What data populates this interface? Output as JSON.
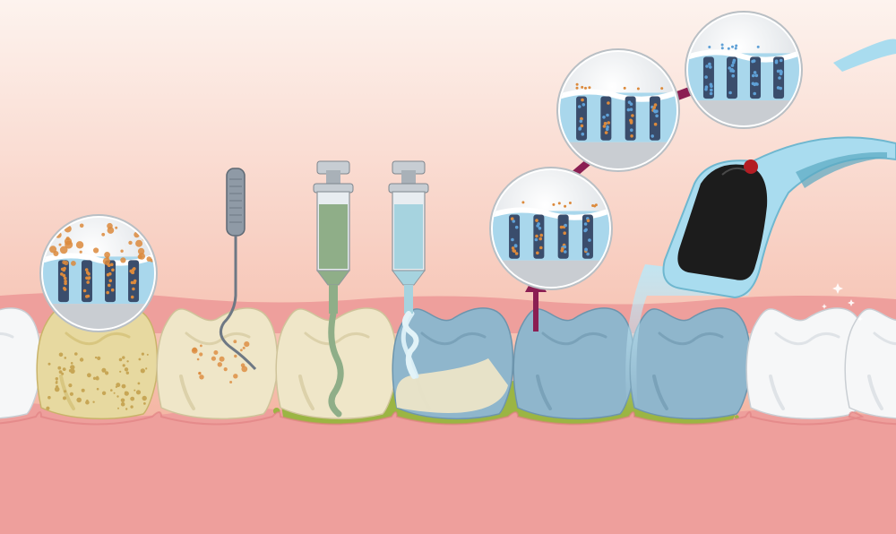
{
  "colors": {
    "background_top": "#fdf3ee",
    "background_bottom": "#f2a690",
    "gum": "#ee9f9c",
    "gum_dark": "#e07f80",
    "tooth_white": "#f6f7f8",
    "tooth_yellow": "#e7d9a0",
    "tooth_cream": "#efe6c8",
    "tooth_blue": "#8fb6cc",
    "plaque_green": "#9bb543",
    "gel_green": "#8fae88",
    "gel_blue": "#a6d3df",
    "magenta": "#8b1e52",
    "light_blue": "#a9dcef",
    "lamp_black": "#1c1c1c",
    "tubule_navy": "#3a4d6c",
    "particle_orange": "#dc8a3c",
    "particle_blue": "#5fa0d6"
  },
  "steps": [
    {
      "name": "yellowed-tooth",
      "tooth": "yellow"
    },
    {
      "name": "probe-cleaning",
      "tooth": "cream",
      "tool": "probe"
    },
    {
      "name": "green-gel",
      "tooth": "cream",
      "tool": "syringe-green"
    },
    {
      "name": "blue-gel",
      "tooth": "blue-partial",
      "tool": "syringe-blue"
    },
    {
      "name": "treated-tooth",
      "tooth": "blue",
      "marker": "arrow-up"
    },
    {
      "name": "light-cure",
      "tooth": "blue",
      "tool": "curing-lamp"
    },
    {
      "name": "whitened-tooth",
      "tooth": "white",
      "marker": "sparkle"
    }
  ],
  "insets": [
    {
      "name": "inset-open-tubules",
      "state": "open",
      "particles": "orange"
    },
    {
      "name": "inset-tubules-stage-1",
      "state": "partial",
      "particles": "mixed"
    },
    {
      "name": "inset-tubules-stage-2",
      "state": "partial",
      "particles": "mixed"
    },
    {
      "name": "inset-tubules-stage-3",
      "state": "sealed",
      "particles": "blue"
    }
  ],
  "icons": {
    "probe": "dental-probe-icon",
    "syringe_green": "syringe-icon",
    "syringe_blue": "syringe-icon",
    "lamp": "curing-lamp-icon",
    "lamp_led": "led-icon",
    "arrow": "arrow-up-icon",
    "sparkle": "sparkle-icon"
  }
}
